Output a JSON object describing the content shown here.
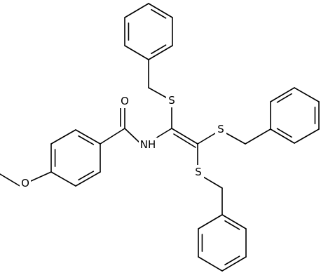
{
  "molecule": {
    "atoms": {
      "oxygen_carbonyl": "O",
      "nitrogen": "NH",
      "sulfur_1": "S",
      "sulfur_2": "S",
      "sulfur_3": "S",
      "oxygen_methoxy": "O"
    },
    "colors": {
      "bond": "#000000",
      "label": "#000000",
      "background": "#ffffff"
    }
  }
}
